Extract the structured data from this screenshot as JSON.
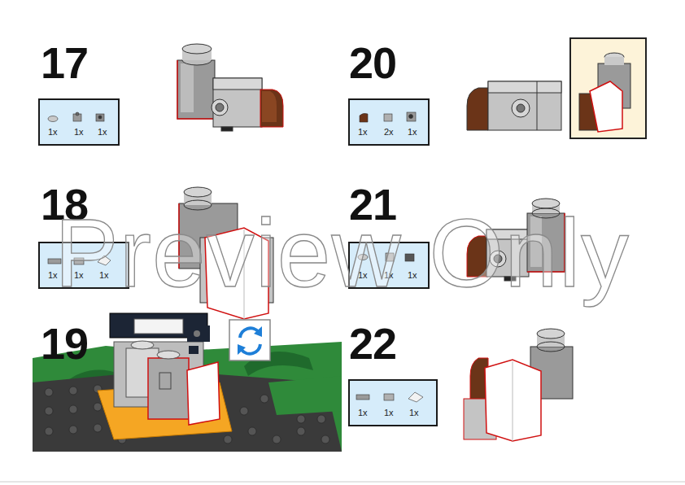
{
  "diagram": {
    "nodes": [
      {
        "text": [
          "1x",
          "1x",
          "1x"
        ]
      },
      {
        "text": [
          "1x",
          "2x",
          "1x"
        ]
      },
      {
        "text": [
          "1x",
          "1x",
          "1x"
        ]
      },
      {
        "text": [
          "1x",
          "1x",
          "1x"
        ]
      },
      {
        "text": [
          "1x",
          "1x",
          "1x"
        ]
      }
    ],
    "labels": [
      "17",
      "20",
      "18",
      "21",
      "19",
      "22",
      "Preview Only"
    ]
  }
}
